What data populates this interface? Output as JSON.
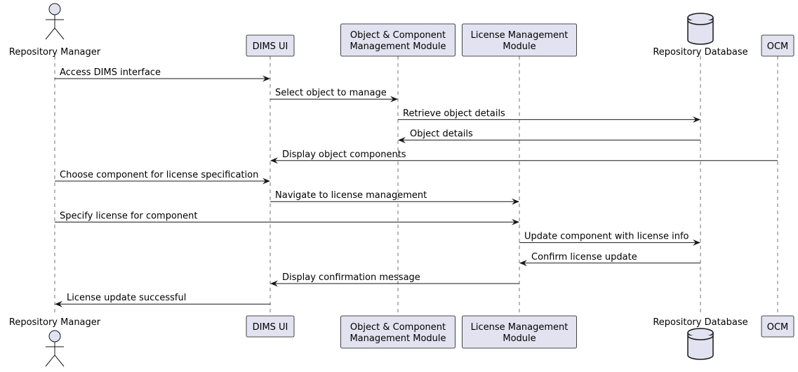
{
  "participants": [
    {
      "id": "rm",
      "kind": "actor",
      "lines": [
        "Repository Manager"
      ]
    },
    {
      "id": "ui",
      "kind": "participant",
      "lines": [
        "DIMS UI"
      ]
    },
    {
      "id": "ocm_mod",
      "kind": "participant",
      "lines": [
        "Object & Component",
        "Management Module"
      ]
    },
    {
      "id": "lic",
      "kind": "participant",
      "lines": [
        "License Management",
        "Module"
      ]
    },
    {
      "id": "db",
      "kind": "database",
      "lines": [
        "Repository Database"
      ]
    },
    {
      "id": "ocm",
      "kind": "participant",
      "lines": [
        "OCM"
      ]
    }
  ],
  "messages": [
    {
      "from": "rm",
      "to": "ui",
      "label": "Access DIMS interface"
    },
    {
      "from": "ui",
      "to": "ocm_mod",
      "label": "Select object to manage"
    },
    {
      "from": "ocm_mod",
      "to": "db",
      "label": "Retrieve object details"
    },
    {
      "from": "db",
      "to": "ocm_mod",
      "label": "Object details"
    },
    {
      "from": "ocm",
      "to": "ui",
      "label": "Display object components"
    },
    {
      "from": "rm",
      "to": "ui",
      "label": "Choose component for license specification"
    },
    {
      "from": "ui",
      "to": "lic",
      "label": "Navigate to license management"
    },
    {
      "from": "rm",
      "to": "lic",
      "label": "Specify license for component"
    },
    {
      "from": "lic",
      "to": "db",
      "label": "Update component with license info"
    },
    {
      "from": "db",
      "to": "lic",
      "label": "Confirm license update"
    },
    {
      "from": "lic",
      "to": "ui",
      "label": "Display confirmation message"
    },
    {
      "from": "ui",
      "to": "rm",
      "label": "License update successful"
    }
  ]
}
